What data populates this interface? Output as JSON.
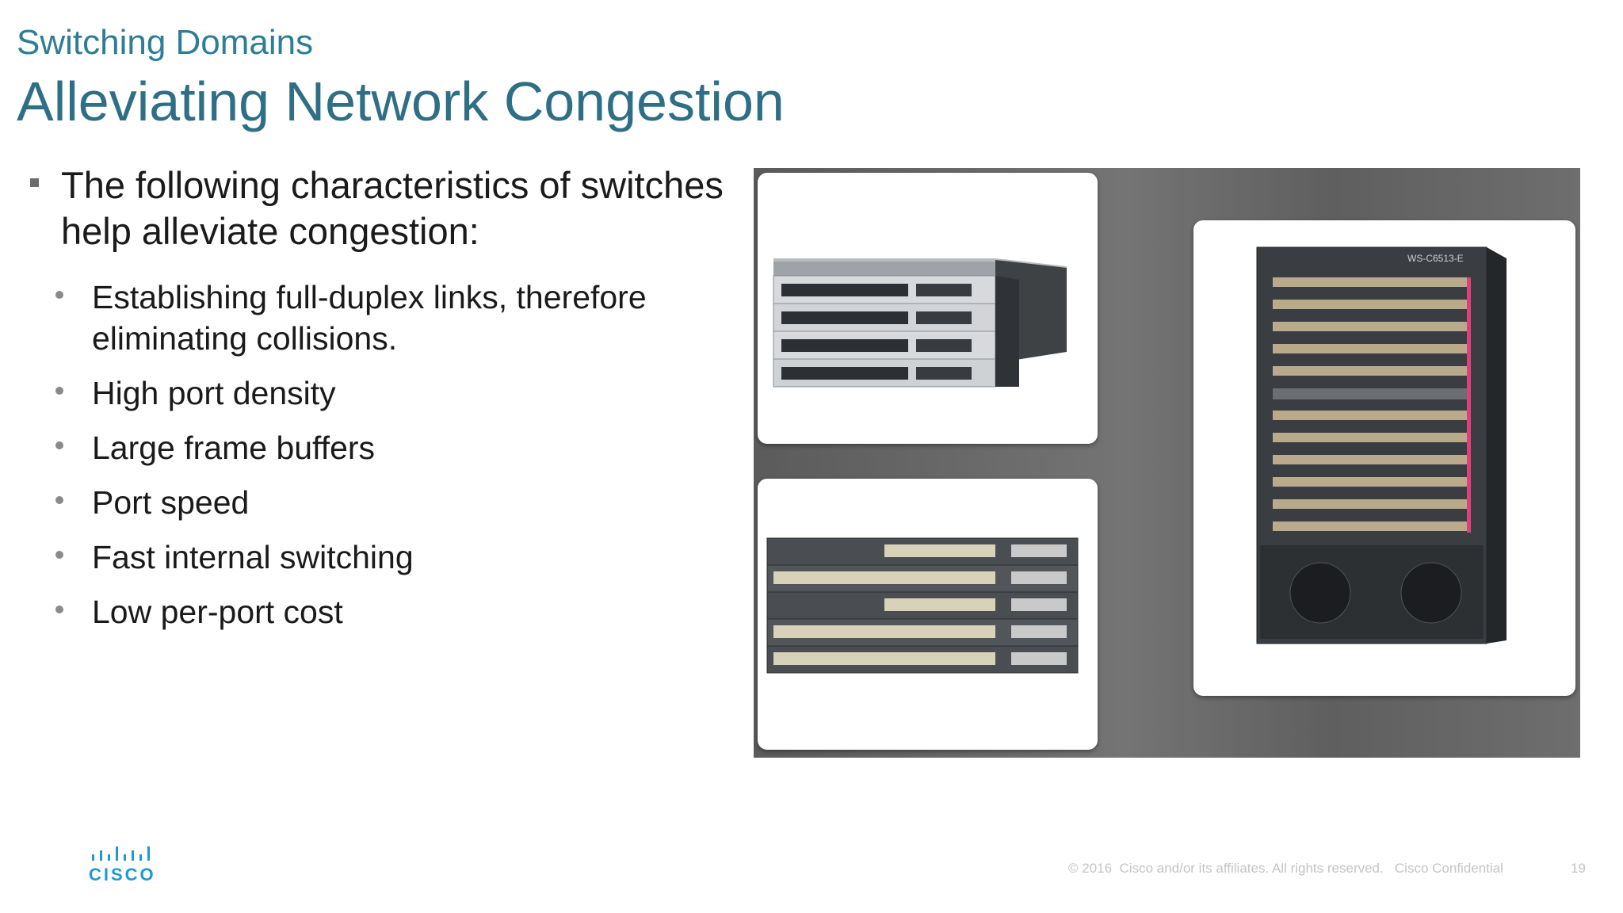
{
  "slide": {
    "subtitle": "Switching Domains",
    "title": "Alleviating Network Congestion",
    "lead": "The following characteristics of switches help alleviate congestion:",
    "points": [
      "Establishing full-duplex links, therefore eliminating collisions.",
      "High port density",
      "Large frame buffers",
      "Port speed",
      "Fast internal switching",
      "Low per-port cost"
    ]
  },
  "images": {
    "chassis_label": "WS-C6513-E"
  },
  "footer": {
    "logo_text": "CISCO",
    "copyright": "© 2016  Cisco and/or its affiliates. All rights reserved.   Cisco Confidential",
    "page_number": "19"
  },
  "colors": {
    "title": "#2e6f86",
    "subtitle": "#2e7d96",
    "logo": "#1b9ad6"
  }
}
